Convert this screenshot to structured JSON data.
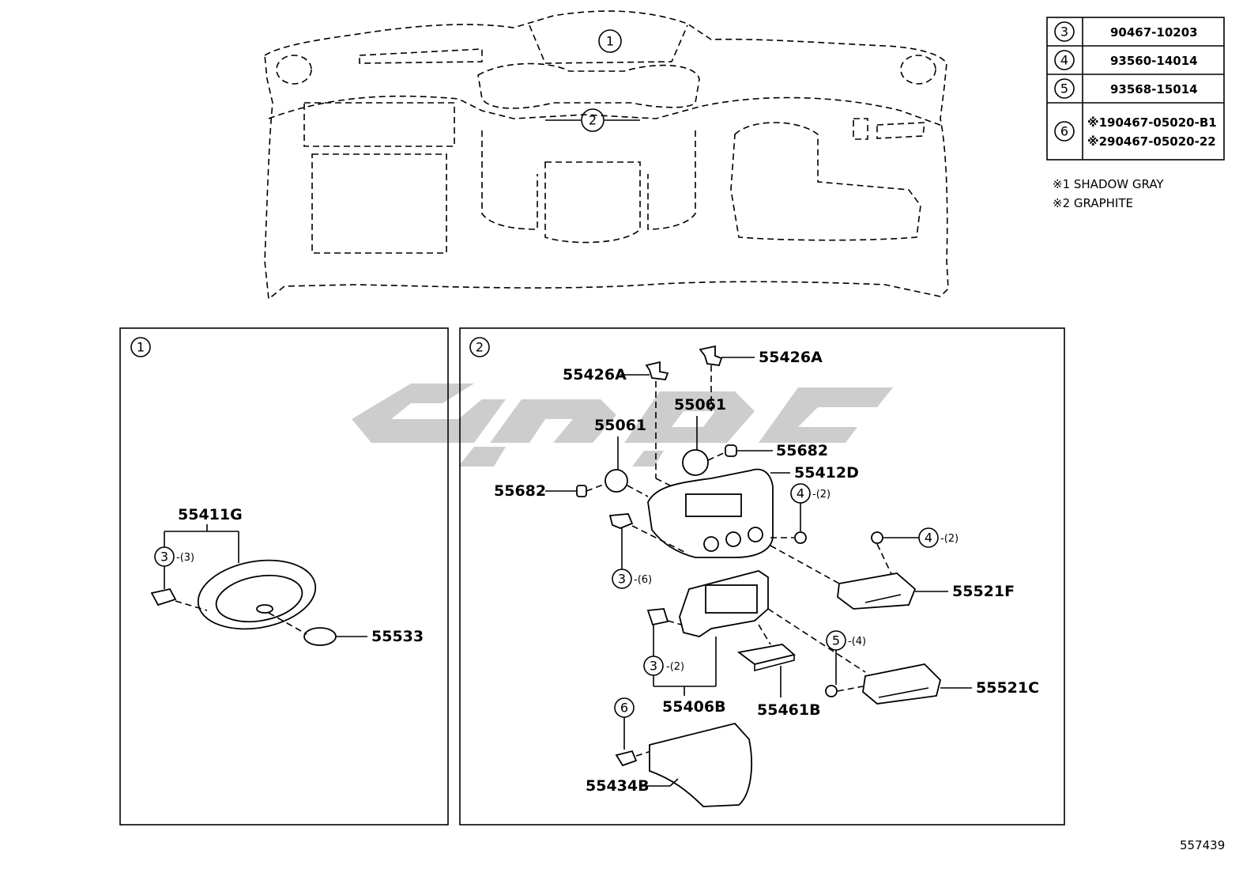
{
  "parts_table": [
    {
      "ref": "3",
      "parts": [
        "90467-10203"
      ]
    },
    {
      "ref": "4",
      "parts": [
        "93560-14014"
      ]
    },
    {
      "ref": "5",
      "parts": [
        "93568-15014"
      ]
    },
    {
      "ref": "6",
      "parts": [
        "※190467-05020-B1",
        "※290467-05020-22"
      ]
    }
  ],
  "notes": [
    "※1 SHADOW GRAY",
    "※2 GRAPHITE"
  ],
  "overview": {
    "callout_1": "1",
    "callout_2": "2"
  },
  "panel_1": {
    "ref": "1",
    "labels": {
      "p55411G": "55411G",
      "p55533": "55533",
      "c3": "3",
      "q3": "-(3)"
    }
  },
  "panel_2": {
    "ref": "2",
    "labels": {
      "p55426A_a": "55426A",
      "p55426A_b": "55426A",
      "p55061_a": "55061",
      "p55061_b": "55061",
      "p55682_a": "55682",
      "p55682_b": "55682",
      "p55412D": "55412D",
      "p55521F": "55521F",
      "p55521C": "55521C",
      "p55406B": "55406B",
      "p55461B": "55461B",
      "p55434B": "55434B",
      "c4a": "4",
      "q4a": "-(2)",
      "c4b": "4",
      "q4b": "-(2)",
      "c3a": "3",
      "q3a": "-(6)",
      "c3b": "3",
      "q3b": "-(2)",
      "c5": "5",
      "q5": "-(4)",
      "c6": "6"
    }
  },
  "diagram_number": "557439"
}
